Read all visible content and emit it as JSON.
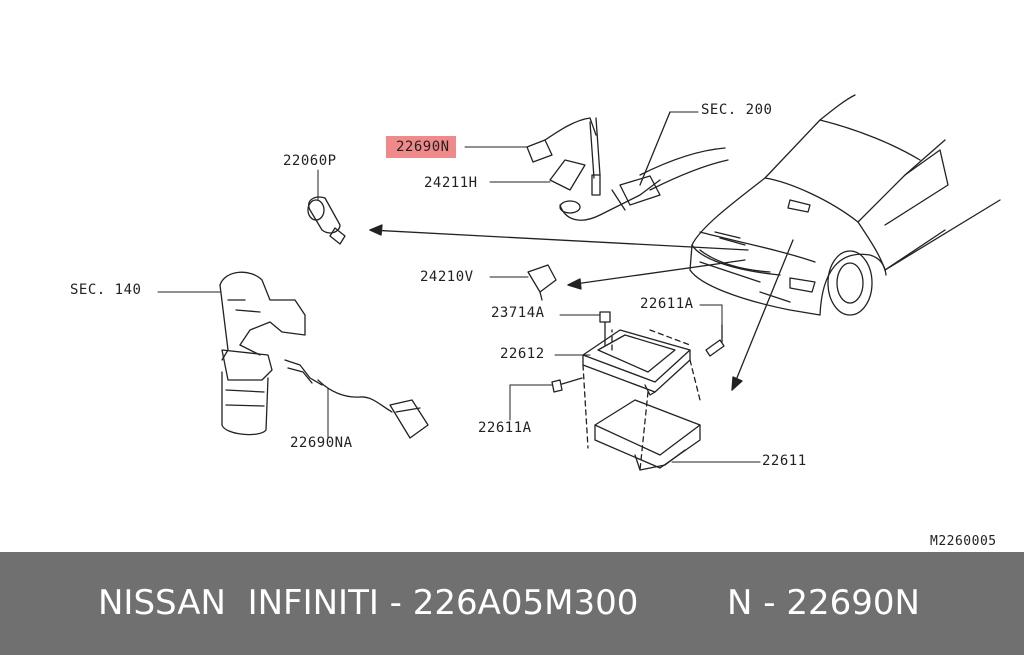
{
  "labels": {
    "sec200": "SEC. 200",
    "p22690n": "22690N",
    "p24211h": "24211H",
    "p22060p": "22060P",
    "p24210v": "24210V",
    "sec140": "SEC. 140",
    "p23714a": "23714A",
    "p22611a_top": "22611A",
    "p22612": "22612",
    "p22611a_bottom": "22611A",
    "p22690na": "22690NA",
    "p22611": "22611",
    "diagram_code": "M2260005"
  },
  "highlight_color": "#f08a8a",
  "footer": {
    "brand": "NISSAN  INFINITI - 226A05M300",
    "part": "N - 22690N",
    "background": "#707070"
  }
}
